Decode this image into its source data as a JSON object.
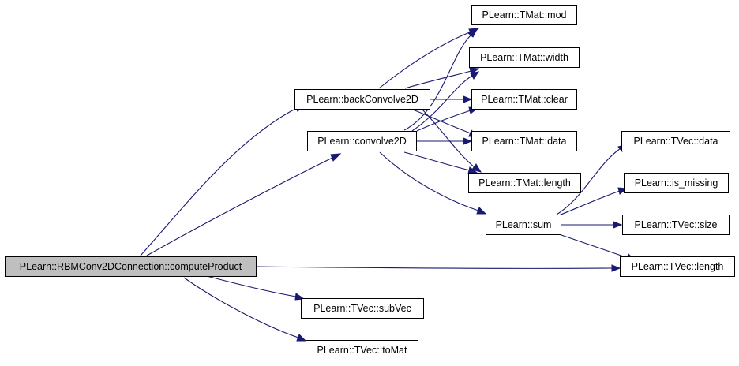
{
  "graph": {
    "edge_color": "#191970",
    "root_fill": "#bfbfbf",
    "nodes": {
      "root": "PLearn::RBMConv2DConnection::computeProduct",
      "backConvolve2D": "PLearn::backConvolve2D",
      "convolve2D": "PLearn::convolve2D",
      "subVec": "PLearn::TVec::subVec",
      "toMat": "PLearn::TVec::toMat",
      "mod": "PLearn::TMat::mod",
      "width": "PLearn::TMat::width",
      "clear": "PLearn::TMat::clear",
      "tmatData": "PLearn::TMat::data",
      "tmatLength": "PLearn::TMat::length",
      "sum": "PLearn::sum",
      "tvecData": "PLearn::TVec::data",
      "isMissing": "PLearn::is_missing",
      "size": "PLearn::TVec::size",
      "tvecLength": "PLearn::TVec::length"
    }
  }
}
